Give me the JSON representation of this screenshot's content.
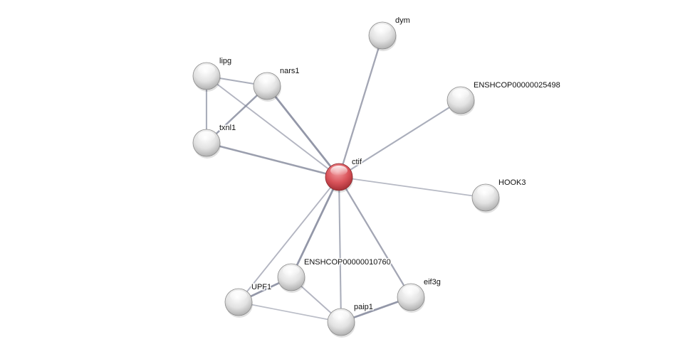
{
  "network": {
    "colors": {
      "query_node": "#d9535a",
      "node": "#d8d8d8",
      "edge": "#7d8296"
    },
    "nodes": [
      {
        "id": "dym",
        "label": "dym",
        "query": false
      },
      {
        "id": "lipg",
        "label": "lipg",
        "query": false
      },
      {
        "id": "nars1",
        "label": "nars1",
        "query": false
      },
      {
        "id": "ENSHCOP00000025498",
        "label": "ENSHCOP00000025498",
        "query": false
      },
      {
        "id": "txnl1",
        "label": "txnl1",
        "query": false
      },
      {
        "id": "ctif",
        "label": "ctif",
        "query": true
      },
      {
        "id": "HOOK3",
        "label": "HOOK3",
        "query": false
      },
      {
        "id": "ENSHCOP00000010760",
        "label": "ENSHCOP00000010760",
        "query": false
      },
      {
        "id": "eif3g",
        "label": "eif3g",
        "query": false
      },
      {
        "id": "UPF1",
        "label": "UPF1",
        "query": false
      },
      {
        "id": "paip1",
        "label": "paip1",
        "query": false
      }
    ],
    "edges": [
      {
        "source": "ctif",
        "target": "dym",
        "strength": 0.6
      },
      {
        "source": "ctif",
        "target": "ENSHCOP00000025498",
        "strength": 0.5
      },
      {
        "source": "ctif",
        "target": "HOOK3",
        "strength": 0.35
      },
      {
        "source": "ctif",
        "target": "eif3g",
        "strength": 0.6
      },
      {
        "source": "ctif",
        "target": "paip1",
        "strength": 0.5
      },
      {
        "source": "ctif",
        "target": "ENSHCOP00000010760",
        "strength": 0.8
      },
      {
        "source": "ctif",
        "target": "UPF1",
        "strength": 0.4
      },
      {
        "source": "ctif",
        "target": "txnl1",
        "strength": 0.7
      },
      {
        "source": "ctif",
        "target": "nars1",
        "strength": 0.8
      },
      {
        "source": "ctif",
        "target": "lipg",
        "strength": 0.4
      },
      {
        "source": "lipg",
        "target": "nars1",
        "strength": 0.5
      },
      {
        "source": "lipg",
        "target": "txnl1",
        "strength": 0.5
      },
      {
        "source": "nars1",
        "target": "txnl1",
        "strength": 0.7
      },
      {
        "source": "UPF1",
        "target": "ENSHCOP00000010760",
        "strength": 0.8
      },
      {
        "source": "ENSHCOP00000010760",
        "target": "paip1",
        "strength": 0.4
      },
      {
        "source": "UPF1",
        "target": "paip1",
        "strength": 0.3
      },
      {
        "source": "paip1",
        "target": "eif3g",
        "strength": 0.8
      }
    ]
  }
}
